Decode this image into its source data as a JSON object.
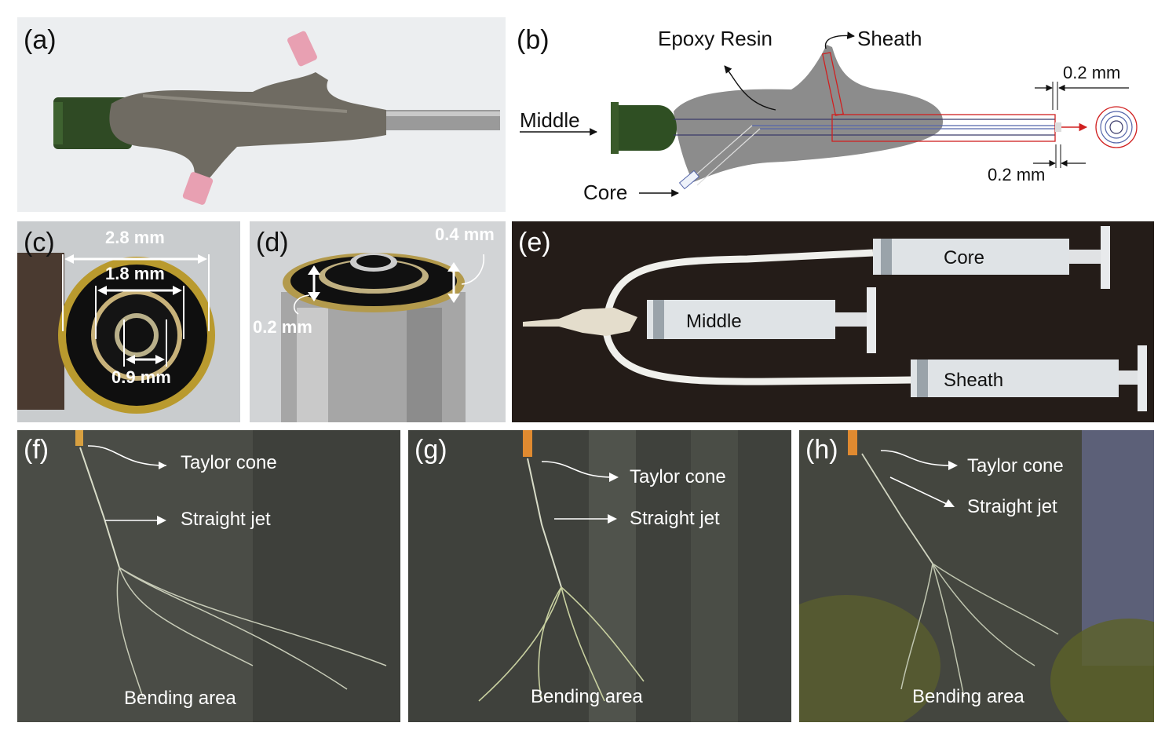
{
  "panels": {
    "a": {
      "label": "(a)"
    },
    "b": {
      "label": "(b)",
      "epoxy": "Epoxy Resin",
      "sheath": "Sheath",
      "middle": "Middle",
      "core": "Core",
      "dim_top": "0.2 mm",
      "dim_bottom": "0.2 mm"
    },
    "c": {
      "label": "(c)",
      "d1": "2.8 mm",
      "d2": "1.8 mm",
      "d3": "0.9 mm"
    },
    "d": {
      "label": "(d)",
      "t1": "0.4 mm",
      "t2": "0.2 mm"
    },
    "e": {
      "label": "(e)",
      "core": "Core",
      "middle": "Middle",
      "sheath": "Sheath"
    },
    "f": {
      "label": "(f)",
      "taylor": "Taylor cone",
      "jet": "Straight jet",
      "bend": "Bending area"
    },
    "g": {
      "label": "(g)",
      "taylor": "Taylor cone",
      "jet": "Straight jet",
      "bend": "Bending area"
    },
    "h": {
      "label": "(h)",
      "taylor": "Taylor cone",
      "jet": "Straight jet",
      "bend": "Bending area"
    }
  },
  "colors": {
    "epoxy": "#8c8c8c",
    "connector": "#2f4f23",
    "sheath_line": "#d02020",
    "core_line": "#5566aa",
    "jet_bg": "#4a4c46"
  }
}
